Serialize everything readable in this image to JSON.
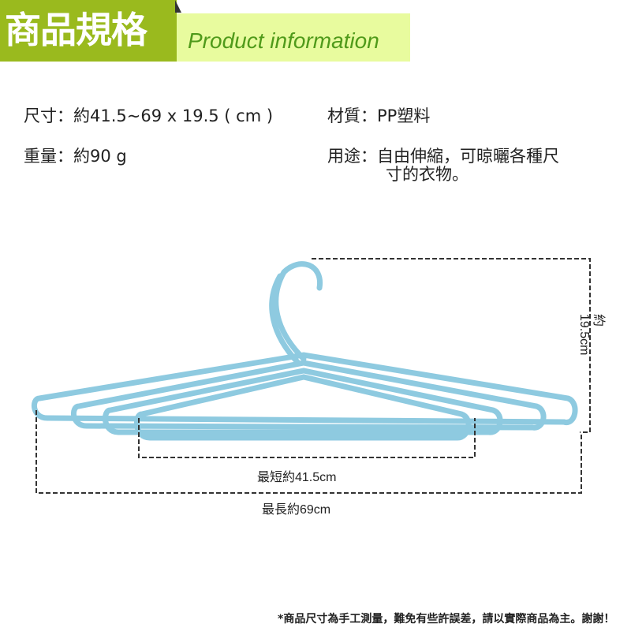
{
  "header": {
    "title": "商品規格",
    "subtitle": "Product information"
  },
  "specs": {
    "size": "尺寸：約41.5~69 x 19.5 ( cm )",
    "material": "材質：PP塑料",
    "weight": "重量：約90 g",
    "usage_line1": "用途：自由伸縮，可晾曬各種尺",
    "usage_line2": "寸的衣物。"
  },
  "dimensions": {
    "height": "約19.5cm",
    "shortest": "最短約41.5cm",
    "longest": "最長約69cm"
  },
  "colors": {
    "header_green": "#9aba1e",
    "band": "#e8fb9e",
    "hanger": "#8ecae0"
  },
  "note": "*商品尺寸為手工測量，難免有些許誤差，請以實際商品為主。謝謝！"
}
